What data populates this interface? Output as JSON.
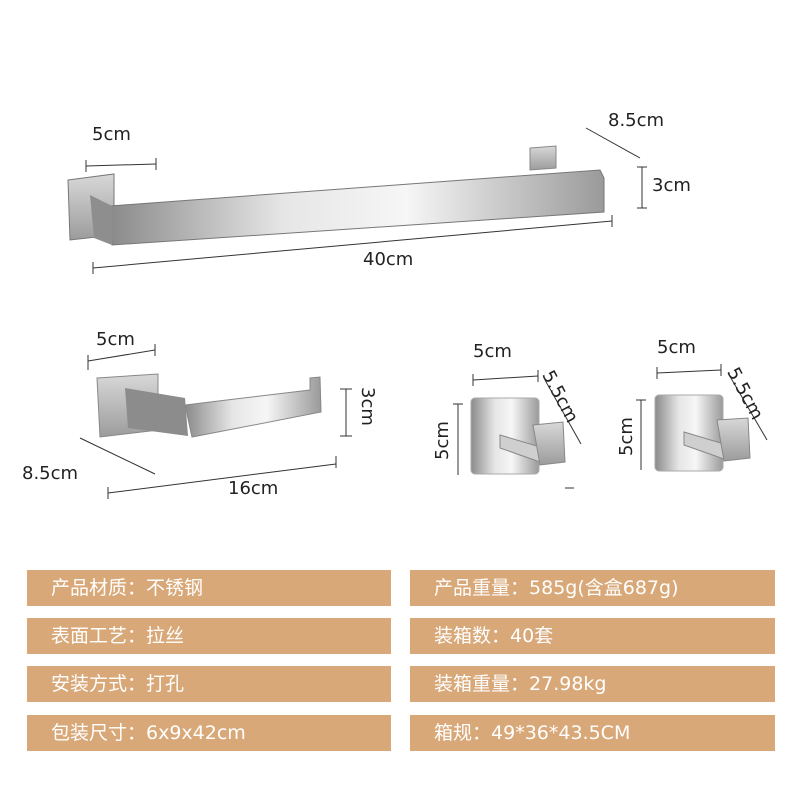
{
  "products": {
    "towel_bar": {
      "width_label": "5cm",
      "depth_label": "8.5cm",
      "height_label": "3cm",
      "length_label": "40cm"
    },
    "paper_holder": {
      "width_label": "5cm",
      "height_label": "3cm",
      "depth_label": "8.5cm",
      "length_label": "16cm"
    },
    "hook_1": {
      "width_label": "5cm",
      "depth_label": "5.5cm",
      "height_label": "5cm"
    },
    "hook_2": {
      "width_label": "5cm",
      "depth_label": "5.5cm",
      "height_label": "5cm"
    }
  },
  "specs": {
    "left": [
      {
        "label": "产品材质：",
        "value": "不锈钢"
      },
      {
        "label": "表面工艺：",
        "value": "拉丝"
      },
      {
        "label": "安装方式：",
        "value": "打孔"
      },
      {
        "label": "包装尺寸：",
        "value": "6x9x42cm"
      }
    ],
    "right": [
      {
        "label": "产品重量：",
        "value": "585g(含盒687g)"
      },
      {
        "label": "装箱数：",
        "value": "40套"
      },
      {
        "label": "装箱重量：",
        "value": "27.98kg"
      },
      {
        "label": "箱规：",
        "value": "49*36*43.5CM"
      }
    ]
  },
  "colors": {
    "spec_bar": "#D9A878",
    "spec_text": "#FFFFFF"
  }
}
